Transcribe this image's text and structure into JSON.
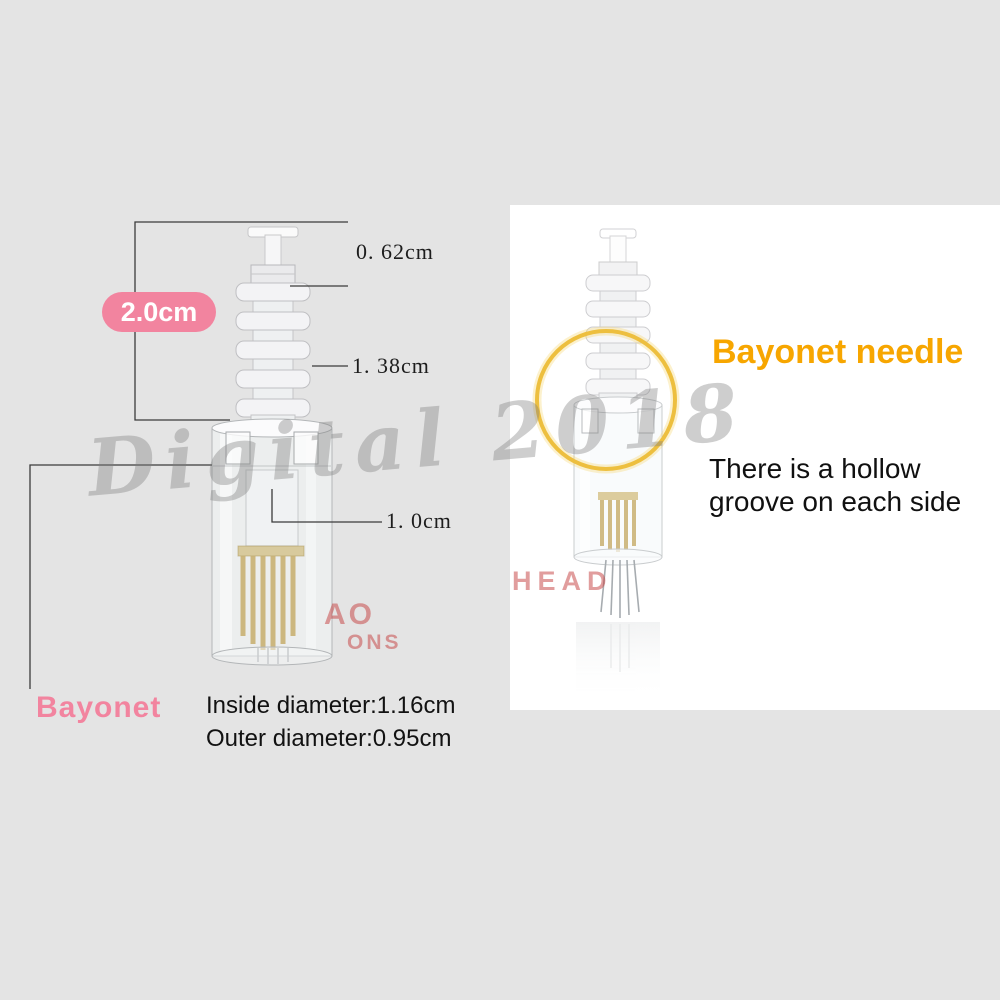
{
  "page": {
    "background": "#e4e4e4",
    "panel": "#ffffff"
  },
  "left_diagram": {
    "total_length": "2.0cm",
    "tip_length": "0. 62cm",
    "bellows_length": "1. 38cm",
    "opening_width": "1. 0cm",
    "mount_label": "Bayonet",
    "inside_diameter": "Inside diameter:1.16cm",
    "outer_diameter": "Outer diameter:0.95cm"
  },
  "right_panel": {
    "title": "Bayonet needle",
    "description": "There is a hollow groove on each side",
    "accent_color": "#f7a600",
    "highlight_circle_color": "#edbf3f"
  },
  "watermarks": {
    "main": "Digital 2018",
    "fragment_head": "HEAD",
    "fragment_ao": "AO",
    "fragment_ons": "ONS"
  },
  "colors": {
    "pink_accent": "#f2849f",
    "text_dark": "#121212",
    "dimension_line": "#3b3b3b",
    "needle_gold": "#c7ae6c"
  }
}
